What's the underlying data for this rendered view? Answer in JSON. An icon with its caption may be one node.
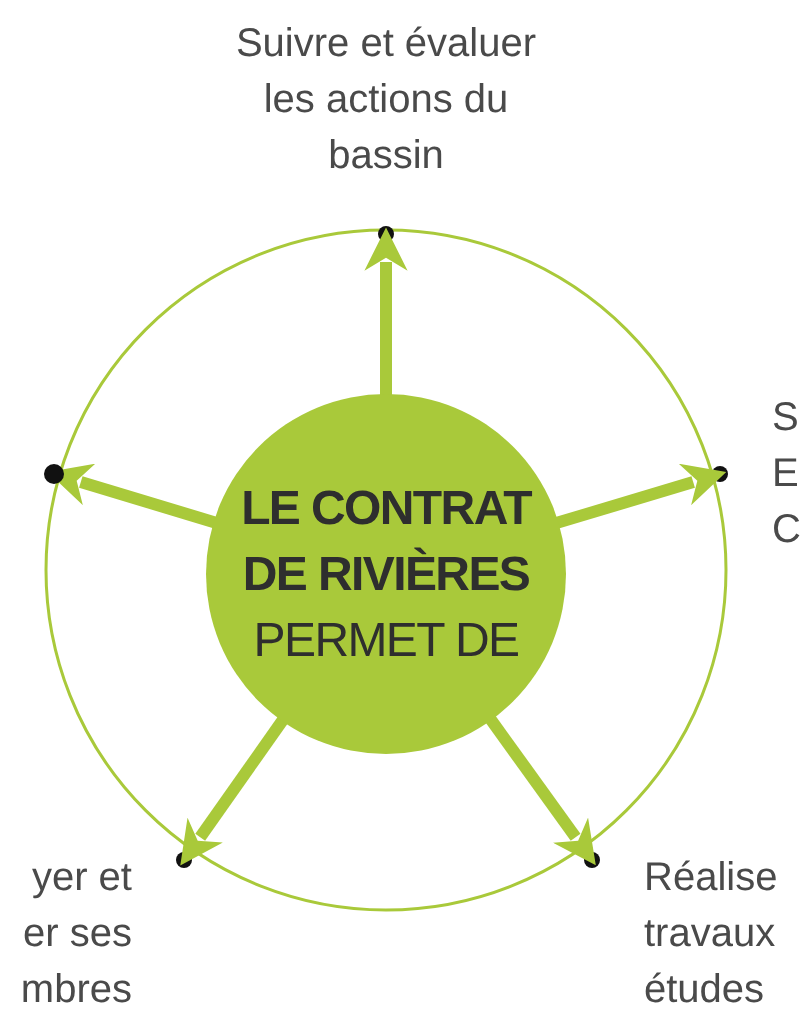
{
  "diagram": {
    "nodes": [
      {
        "text": [
          "LE CONTRAT DE RIVIÈRES",
          "PERMET DE"
        ]
      },
      {
        "text": [
          "Suivre et évaluer les actions du bassin"
        ]
      },
      {
        "text": [
          "S E C"
        ]
      },
      {
        "text": [
          "Réalise travaux études"
        ]
      },
      {
        "text": [
          "yer et er ses mbres"
        ]
      },
      {
        "text": [],
        "shape": "circle"
      }
    ],
    "edges": [
      {
        "from": 0,
        "to": 1,
        "arrow": "to"
      },
      {
        "from": 0,
        "to": 2,
        "arrow": "to"
      },
      {
        "from": 0,
        "to": 3,
        "arrow": "to"
      },
      {
        "from": 0,
        "to": 4,
        "arrow": "to"
      },
      {
        "from": 0,
        "to": 5,
        "arrow": "to"
      }
    ]
  }
}
